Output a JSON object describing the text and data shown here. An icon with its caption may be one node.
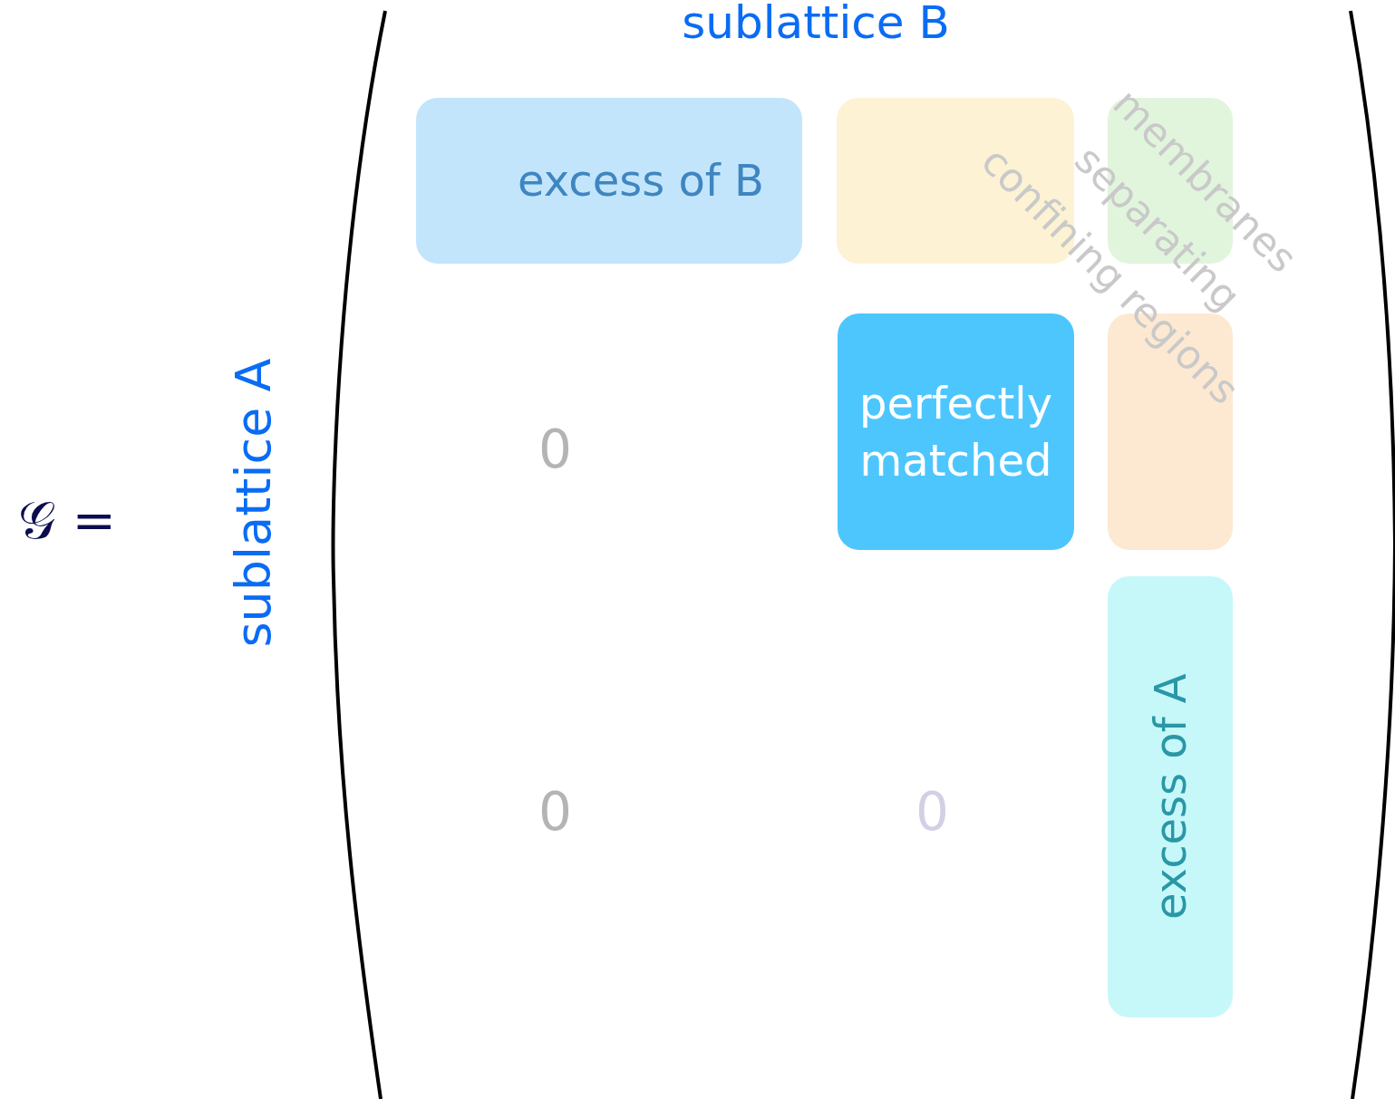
{
  "diagram": {
    "nodes": [
      {
        "text": [
          "excess of B"
        ]
      },
      {
        "text": [],
        "shape": "box"
      },
      {
        "text": [],
        "shape": "box"
      },
      {
        "text": [
          "perfectly matched"
        ]
      },
      {
        "text": [],
        "shape": "box"
      },
      {
        "text": [
          "excess of A"
        ]
      }
    ],
    "labels": [
      "sublattice B",
      "membranes separating confining regions",
      "sublattice A",
      "𝒢 =",
      "0",
      "0",
      "0"
    ]
  }
}
